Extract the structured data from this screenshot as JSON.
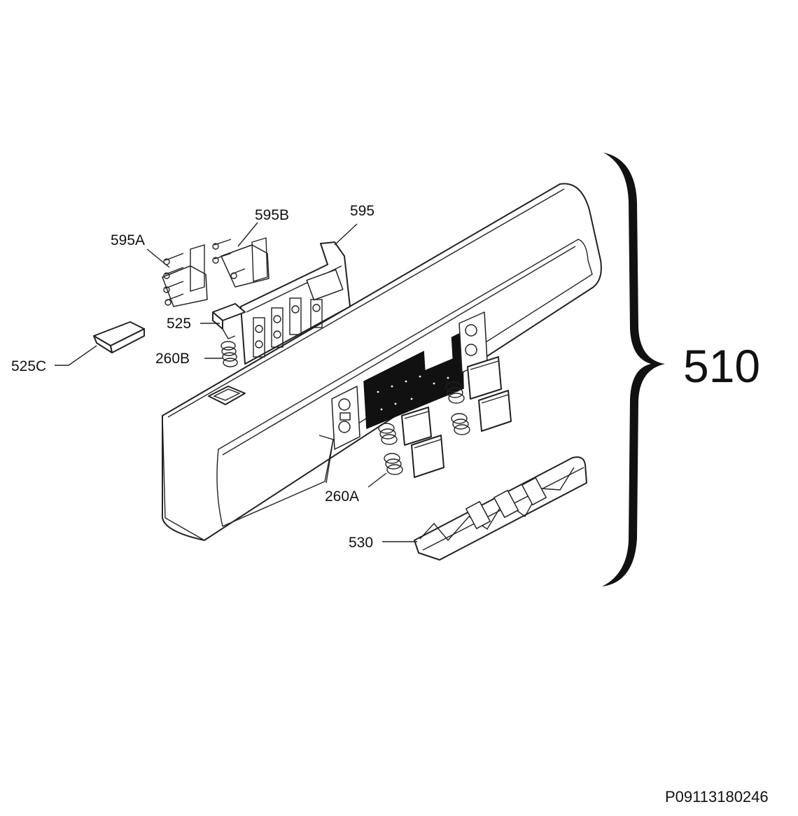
{
  "labels": {
    "p595a": "595A",
    "p595b": "595B",
    "p595": "595",
    "p525": "525",
    "p525c": "525C",
    "p260b": "260B",
    "p260a": "260A",
    "p530": "530",
    "assembly": "510"
  },
  "drawing_id": "P09113180246",
  "colors": {
    "ink": "#111111",
    "paper": "#ffffff"
  }
}
